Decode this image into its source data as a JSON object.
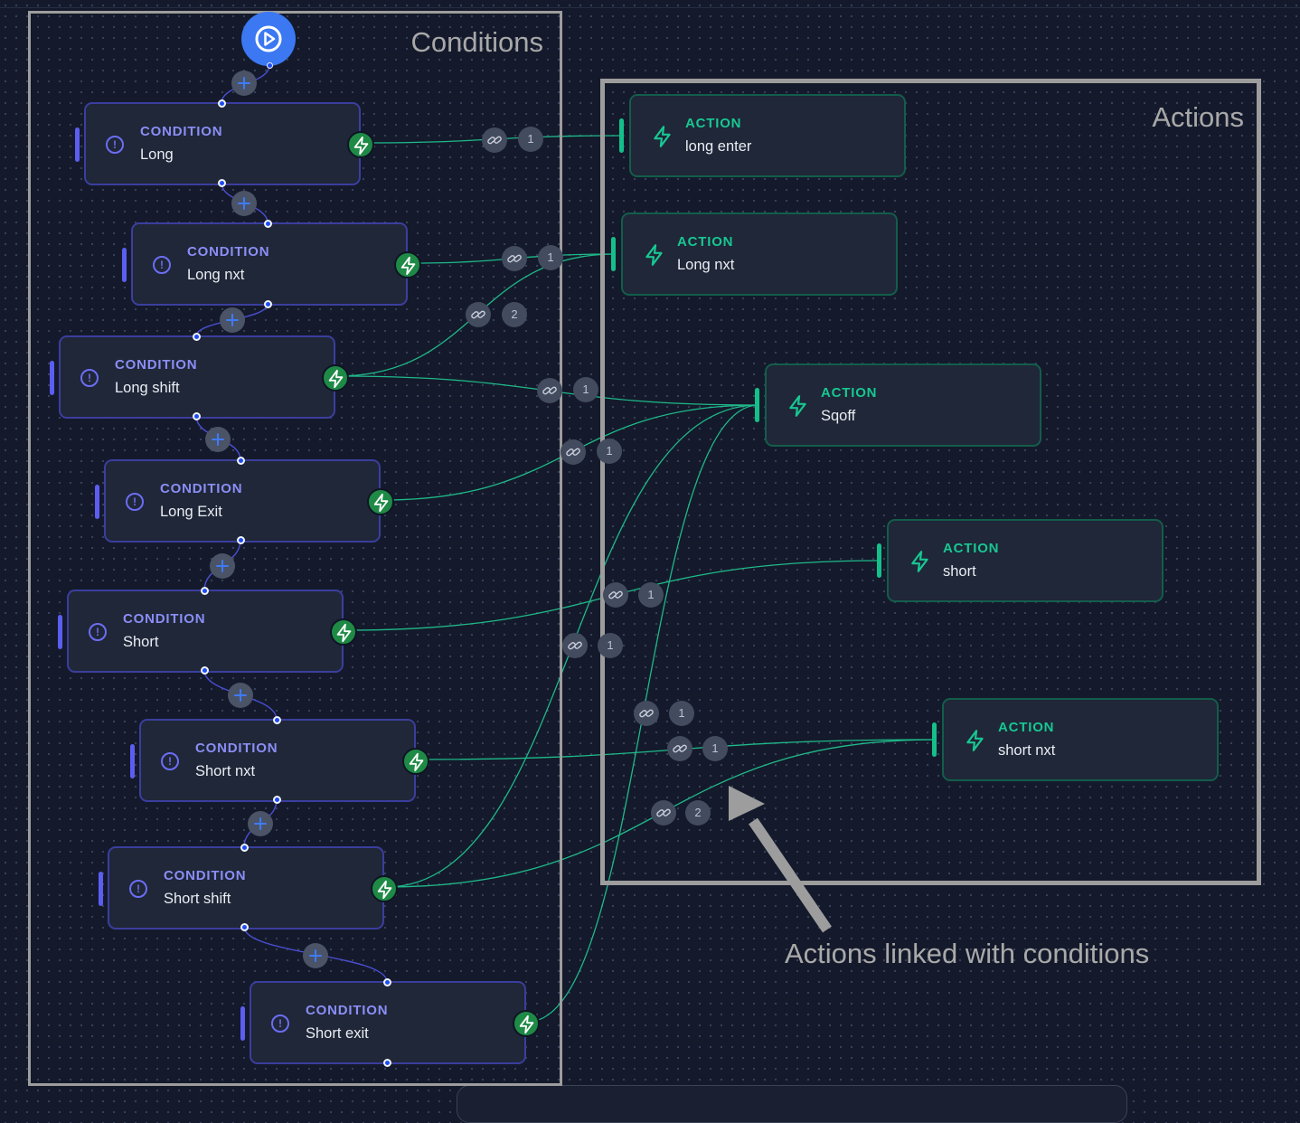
{
  "regions": {
    "conditions_title": "Conditions",
    "actions_title": "Actions"
  },
  "annotation": "Actions linked with conditions",
  "conditions": [
    {
      "type": "CONDITION",
      "name": "Long"
    },
    {
      "type": "CONDITION",
      "name": "Long nxt"
    },
    {
      "type": "CONDITION",
      "name": "Long shift"
    },
    {
      "type": "CONDITION",
      "name": "Long Exit"
    },
    {
      "type": "CONDITION",
      "name": "Short"
    },
    {
      "type": "CONDITION",
      "name": "Short nxt"
    },
    {
      "type": "CONDITION",
      "name": "Short shift"
    },
    {
      "type": "CONDITION",
      "name": "Short exit"
    }
  ],
  "actions": [
    {
      "type": "ACTION",
      "name": "long enter"
    },
    {
      "type": "ACTION",
      "name": "Long nxt"
    },
    {
      "type": "ACTION",
      "name": "Sqoff"
    },
    {
      "type": "ACTION",
      "name": "short"
    },
    {
      "type": "ACTION",
      "name": "short nxt"
    }
  ],
  "links": [
    {
      "from": "Long",
      "to": "long enter",
      "count": "1"
    },
    {
      "from": "Long nxt",
      "to": "Long nxt",
      "count": "1"
    },
    {
      "from": "Long shift",
      "to": "Long nxt",
      "count": "2"
    },
    {
      "from": "Long shift",
      "to": "Sqoff",
      "count": "1"
    },
    {
      "from": "Long Exit",
      "to": "Sqoff",
      "count": "1"
    },
    {
      "from": "Short",
      "to": "short",
      "count": "1"
    },
    {
      "from": "Short shift",
      "to": "Sqoff",
      "count": "1"
    },
    {
      "from": "Short exit",
      "to": "Sqoff",
      "count": "1"
    },
    {
      "from": "Short nxt",
      "to": "short nxt",
      "count": "1"
    },
    {
      "from": "Short shift",
      "to": "short nxt",
      "count": "2"
    }
  ],
  "colors": {
    "background": "#141a2b",
    "condition_accent": "#5b5ef0",
    "action_accent": "#14c08a",
    "wire_condition": "#4b4fd6",
    "wire_action": "#1fb98a",
    "start_node": "#3b78f2"
  },
  "icons": {
    "start": "play-circle-icon",
    "condition": "alert-circle-icon",
    "action": "bolt-icon",
    "output": "bolt-icon",
    "add": "plus-icon",
    "link": "link-icon"
  }
}
